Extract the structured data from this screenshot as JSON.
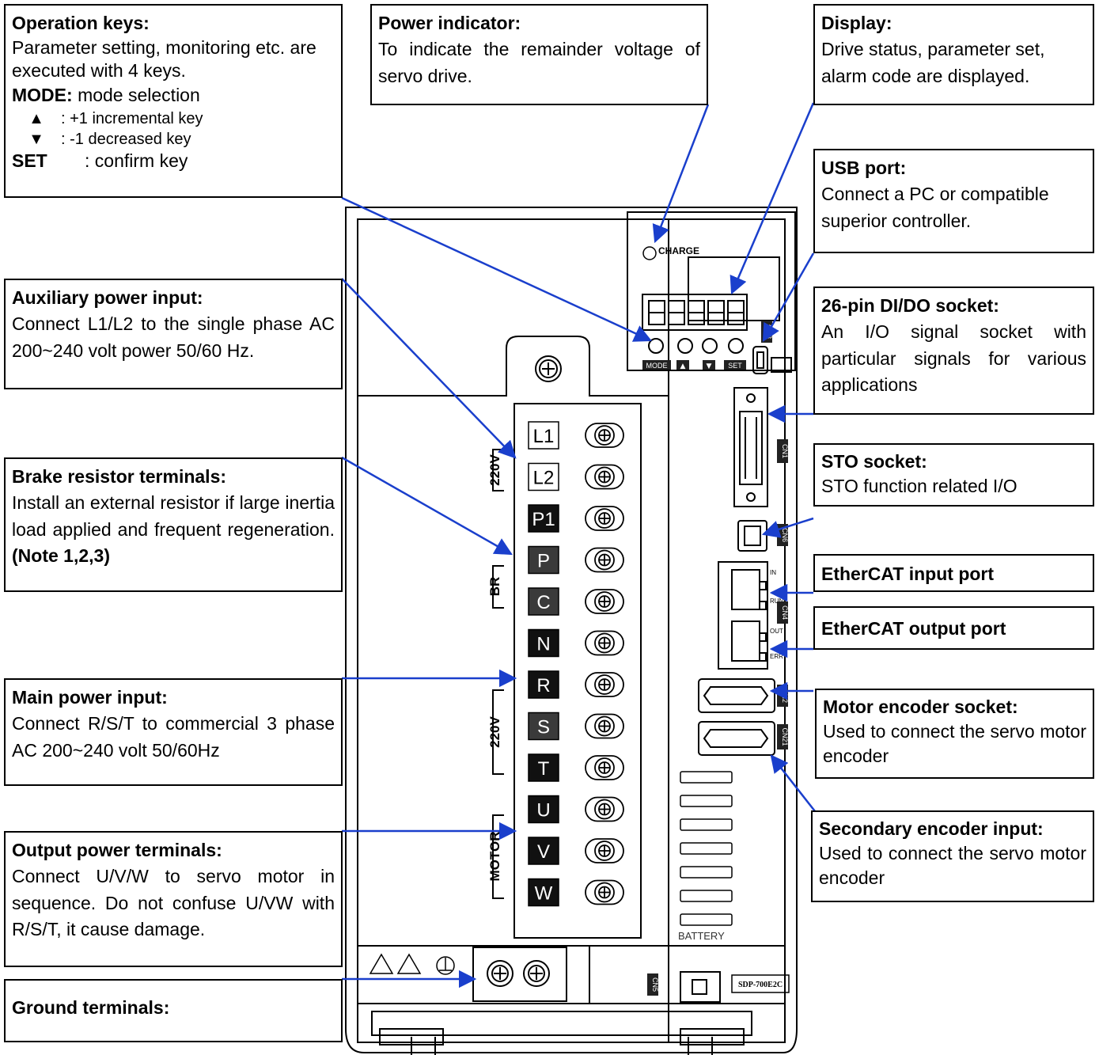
{
  "callouts": {
    "operation_keys": {
      "title": "Operation keys:",
      "text": "Parameter setting, monitoring etc. are executed with 4 keys.",
      "mode_key": "MODE:",
      "mode_desc": "mode selection",
      "up_key": "▲",
      "up_desc": ": +1 incremental key",
      "down_key": "▼",
      "down_desc": ": -1 decreased    key",
      "set_key": "SET",
      "set_desc": ": confirm key"
    },
    "power_indicator": {
      "title": "Power indicator:",
      "text": "To indicate the remainder voltage of servo drive."
    },
    "display": {
      "title": "Display:",
      "text": "Drive status, parameter set, alarm code are displayed."
    },
    "usb_port": {
      "title": "USB port:",
      "text": "Connect a PC or compatible superior controller."
    },
    "dido_socket": {
      "title": "26-pin DI/DO socket:",
      "text": "An I/O signal socket with particular signals for various applications"
    },
    "sto_socket": {
      "title": "STO socket:",
      "text": "STO function related I/O"
    },
    "ethercat_in": {
      "title": "EtherCAT input port"
    },
    "ethercat_out": {
      "title": "EtherCAT output port"
    },
    "motor_encoder": {
      "title": "Motor encoder socket:",
      "text": "Used to connect the servo motor encoder"
    },
    "secondary_encoder": {
      "title": "Secondary encoder input:",
      "text": "Used to connect the servo motor encoder"
    },
    "aux_power": {
      "title": "Auxiliary power input:",
      "text": "Connect L1/L2 to the single phase AC 200~240 volt power 50/60 Hz."
    },
    "brake_resistor": {
      "title": "Brake resistor terminals:",
      "text": "Install an external resistor if large inertia load applied and frequent regeneration.",
      "note": "(Note 1,2,3)"
    },
    "main_power": {
      "title": "Main power input:",
      "text": "Connect R/S/T to commercial 3 phase AC 200~240 volt 50/60Hz"
    },
    "output_power": {
      "title": "Output power terminals:",
      "text": "Connect U/V/W to servo motor in sequence. Do not confuse U/VW with R/S/T, it cause damage."
    },
    "ground": {
      "title": "Ground terminals:"
    }
  },
  "device": {
    "charge_label": "CHARGE",
    "key_labels": [
      "MODE",
      "▲",
      "▼",
      "SET"
    ],
    "terminals": [
      "L1",
      "L2",
      "P1",
      "P",
      "C",
      "N",
      "R",
      "S",
      "T",
      "U",
      "V",
      "W"
    ],
    "group_220v_top": "220V",
    "group_br": "BR",
    "group_220v_mid": "220V",
    "group_motor": "MOTOR",
    "port_in": "IN",
    "port_run": "RUN",
    "port_out": "OUT",
    "port_err": "ERR",
    "connector_cn1": "CN1",
    "connector_cn2": "CN2",
    "connector_cn3": "CN3",
    "connector_cn4": "CN4",
    "connector_cn5": "CN5",
    "connector_cn6": "CN6",
    "connector_cn21": "CN21",
    "battery_label": "BATTERY",
    "model_label": "SDP-700E2C"
  },
  "colors": {
    "arrow": "#1a3fcc",
    "outline": "#000000",
    "terminal_dark": "#111111"
  }
}
